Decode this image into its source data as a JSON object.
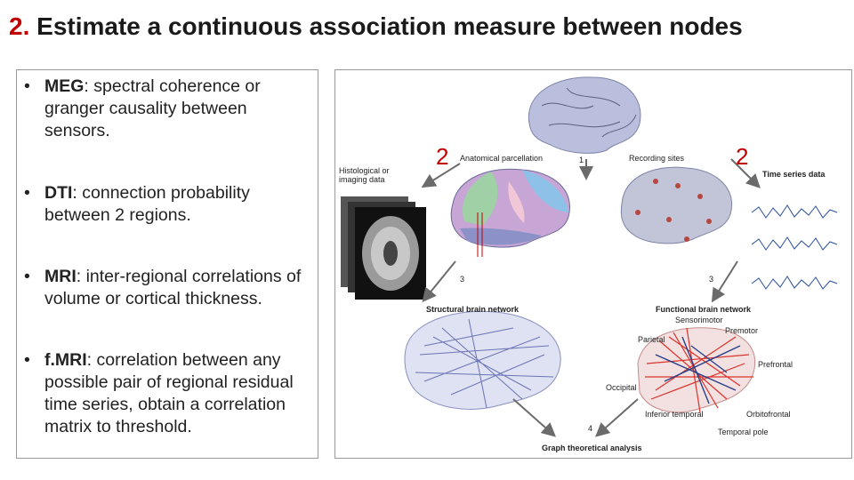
{
  "title": {
    "number": "2.",
    "text": "Estimate a continuous association measure between nodes"
  },
  "bullets": [
    {
      "term": "MEG",
      "text": ": spectral coherence or granger causality between sensors."
    },
    {
      "term": "DTI",
      "text": ": connection probability between 2 regions."
    },
    {
      "term": "MRI",
      "text": ": inter-regional correlations of volume or cortical thickness."
    },
    {
      "term": "f.MRI",
      "text": ": correlation between any possible pair of regional residual time series, obtain a correlation matrix to threshold."
    }
  ],
  "figure": {
    "histological": "Histological or imaging data",
    "anatomical": "Anatomical parcellation",
    "recording": "Recording sites",
    "timeseries": "Time series data",
    "structural": "Structural brain network",
    "functional": "Functional brain network",
    "graph": "Graph theoretical analysis",
    "step1": "1",
    "step3a": "3",
    "step3b": "3",
    "step4": "4",
    "red_left": "2",
    "red_right": "2",
    "regions": {
      "sensorimotor": "Sensorimotor",
      "premotor": "Premotor",
      "parietal": "Parietal",
      "prefrontal": "Prefrontal",
      "occipital": "Occipital",
      "inferior_temporal": "Inferior temporal",
      "orbitofrontal": "Orbitofrontal",
      "temporal_pole": "Temporal pole"
    }
  },
  "colors": {
    "accent": "#c00000",
    "brain": "#b9bfdc",
    "network_blue": "#27408b",
    "network_red": "#d9332b",
    "trace": "#2a4f9c"
  }
}
